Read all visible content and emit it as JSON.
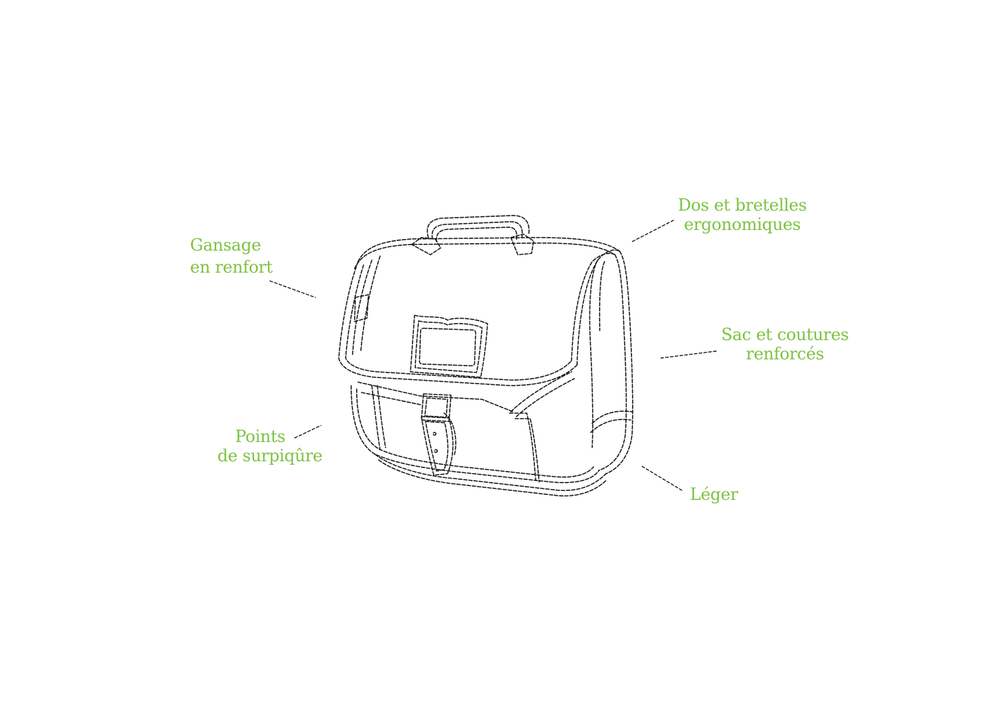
{
  "accent_color": "#7cc242",
  "line_color": "#1a1a1a",
  "callouts": {
    "gansage": {
      "line1": "Gansage",
      "line2": "en renfort"
    },
    "dos": {
      "line1": "Dos et bretelles",
      "line2": "ergonomiques"
    },
    "sac": {
      "line1": "Sac et coutures",
      "line2": "renforcés"
    },
    "points": {
      "line1": "Points",
      "line2": "de surpiqûre"
    },
    "leger": {
      "line1": "Léger"
    }
  },
  "illustration": {
    "subject": "satchel-schoolbag",
    "style": "dashed-stitch-line-drawing"
  }
}
